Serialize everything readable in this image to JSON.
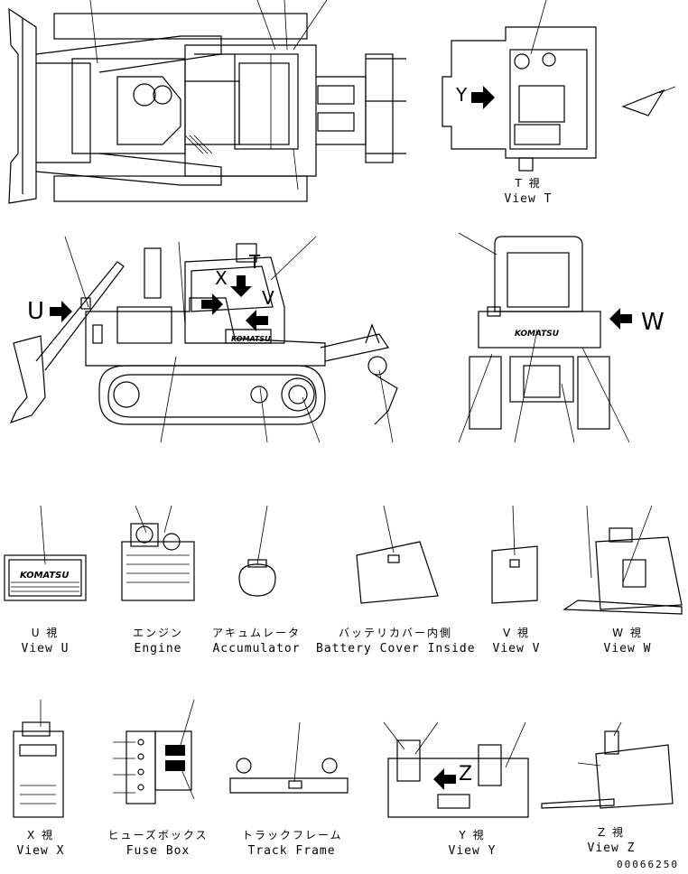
{
  "views": {
    "view_t": {
      "jp": "T 視",
      "en": "View T"
    },
    "view_u": {
      "jp": "U 視",
      "en": "View U"
    },
    "engine": {
      "jp": "エンジン",
      "en": "Engine"
    },
    "accumulator": {
      "jp": "アキュムレータ",
      "en": "Accumulator"
    },
    "battery_cover": {
      "jp": "バッテリカバー内側",
      "en": "Battery Cover Inside"
    },
    "view_v": {
      "jp": "V 視",
      "en": "View V"
    },
    "view_w": {
      "jp": "W 視",
      "en": "View W"
    },
    "view_x": {
      "jp": "X 視",
      "en": "View X"
    },
    "fuse_box": {
      "jp": "ヒューズボックス",
      "en": "Fuse Box"
    },
    "track_frame": {
      "jp": "トラックフレーム",
      "en": "Track Frame"
    },
    "view_y": {
      "jp": "Y 視",
      "en": "View Y"
    },
    "view_z": {
      "jp": "Z 視",
      "en": "View Z"
    }
  },
  "arrow_letters": {
    "u": "U",
    "w": "W",
    "x": "X",
    "v": "V",
    "t": "T",
    "y": "Y",
    "z": "Z"
  },
  "brand_text": "KOMATSU",
  "document_number": "00066250"
}
